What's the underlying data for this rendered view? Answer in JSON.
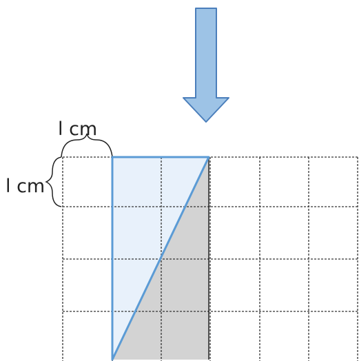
{
  "diagram": {
    "top_unit_label": "l cm",
    "side_unit_label": "l cm",
    "grid": {
      "columns": 6,
      "rows": 4,
      "cell_unit": "1 cm"
    },
    "colors": {
      "arrow_fill": "#9dc3e6",
      "arrow_stroke": "#4a7ebb",
      "rectangle_outline": "#5b9bd5",
      "light_triangle_fill": "#e8f1fb",
      "gray_triangle_fill": "#d3d3d3",
      "grid_line": "#333333"
    },
    "icons": {
      "arrow": "down-arrow-icon"
    }
  }
}
